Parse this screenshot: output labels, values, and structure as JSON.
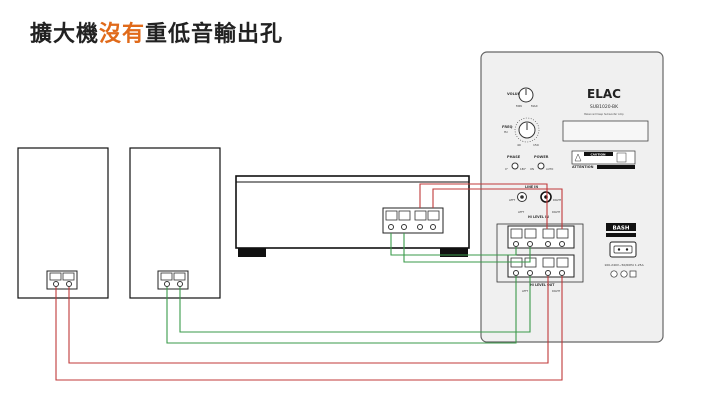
{
  "title": {
    "prefix": "擴大機",
    "highlight": "沒有",
    "suffix": "重低音輸出孔"
  },
  "subwoofer": {
    "brand": "ELAC",
    "model": "SUB1020-BK",
    "tagline": "Balanced Deep Subwoofer Amp",
    "volume_label": "VOLUME",
    "volume_min": "MIN",
    "volume_max": "MAX",
    "freq_label": "FREQ",
    "freq_unit": "Hz",
    "freq_min": "40",
    "freq_max": "150",
    "phase_label": "PHASE",
    "phase_0": "0°",
    "phase_180": "180°",
    "power_label": "POWER",
    "power_on": "ON",
    "power_auto": "AUTO",
    "caution": "CAUTION",
    "attention": "ATTENTION",
    "line_in": "LINE IN",
    "left": "LEFT",
    "right": "RIGHT",
    "hi_level_in": "HI LEVEL IN",
    "hi_level_out": "HI LEVEL OUT",
    "bash": "BASH",
    "voltage": "100-240V~50/60Hz 1.25A"
  },
  "colors": {
    "red_wire": "#c0393a",
    "green_wire": "#3a9a4a",
    "highlight": "#e06a1a"
  }
}
